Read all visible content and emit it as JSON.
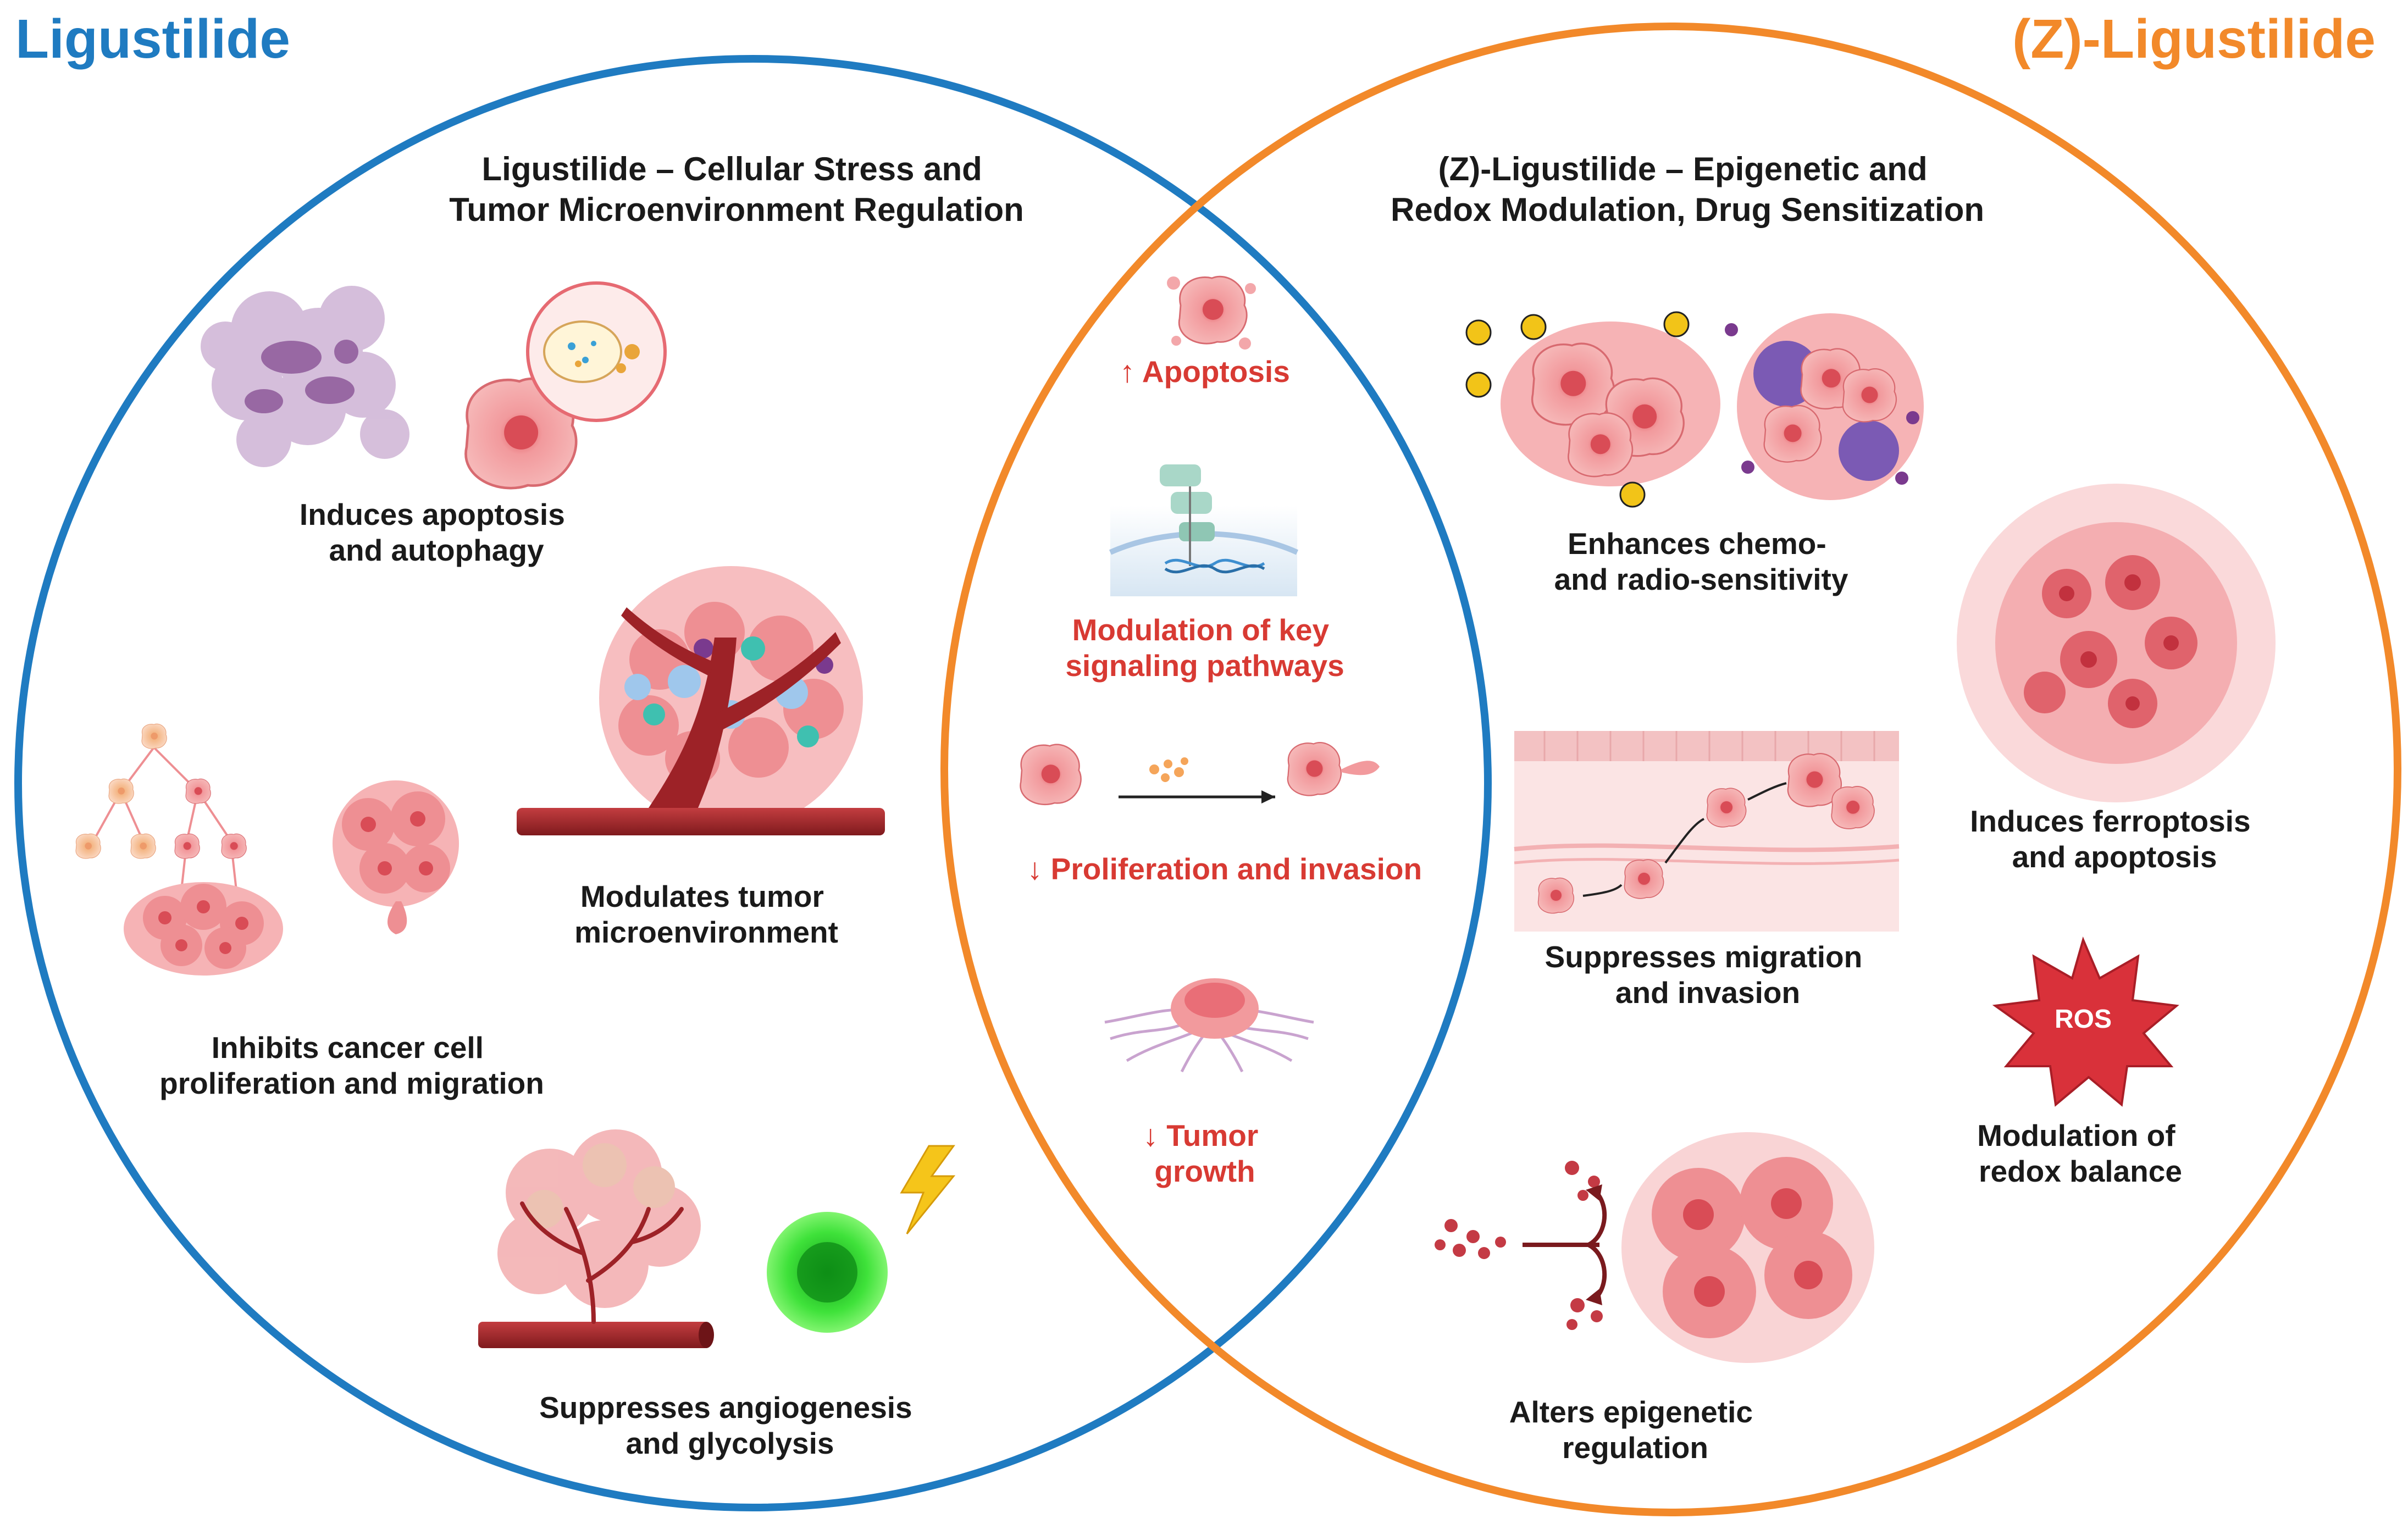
{
  "diagram": {
    "left_title": "Ligustilide",
    "right_title": "(Z)-Ligustilide",
    "colors": {
      "left_circle": "#1f7bc1",
      "right_circle": "#f2892a",
      "highlight_text": "#d83a33",
      "body_text": "#1a1a1a",
      "cell_pink": "#ee8f93",
      "vessel_red": "#a8262a",
      "glow_green": "#3fe23a",
      "ros_red": "#d9313a"
    },
    "left": {
      "subtitle": [
        "Ligustilide – Cellular Stress and",
        "Tumor Microenvironment Regulation"
      ],
      "items": [
        {
          "label": [
            "Induces apoptosis",
            "and autophagy"
          ],
          "icon": "apoptosis-autophagy-icon"
        },
        {
          "label": [
            "Modulates tumor",
            "microenvironment"
          ],
          "icon": "tumor-microenvironment-icon"
        },
        {
          "label": [
            "Inhibits cancer cell",
            "proliferation and migration"
          ],
          "icon": "cell-proliferation-icon"
        },
        {
          "label": [
            "Suppresses angiogenesis",
            "and glycolysis"
          ],
          "icon": "angiogenesis-glycolysis-icon"
        }
      ]
    },
    "shared": {
      "items": [
        {
          "label": [
            "↑ Apoptosis"
          ],
          "icon": "apoptotic-cell-icon"
        },
        {
          "label": [
            "Modulation of key",
            "signaling pathways"
          ],
          "icon": "signaling-pathway-icon"
        },
        {
          "label": [
            "↓ Proliferation and invasion"
          ],
          "icon": "cell-invasion-icon"
        },
        {
          "label": [
            "↓ Tumor",
            "growth"
          ],
          "icon": "tumor-growth-icon"
        }
      ]
    },
    "right": {
      "subtitle": [
        "(Z)-Ligustilide – Epigenetic and",
        "Redox Modulation, Drug Sensitization"
      ],
      "items": [
        {
          "label": [
            "Enhances chemo-",
            "and radio-sensitivity"
          ],
          "icon": "chemo-radio-sensitivity-icon"
        },
        {
          "label": [
            "Induces ferroptosis",
            "and apoptosis"
          ],
          "icon": "ferroptosis-icon"
        },
        {
          "label": [
            "Suppresses migration",
            "and invasion"
          ],
          "icon": "migration-invasion-icon"
        },
        {
          "label": [
            "Modulation of",
            "redox balance"
          ],
          "icon": "ros-burst-icon",
          "badge": "ROS"
        },
        {
          "label": [
            "Alters epigenetic",
            "regulation"
          ],
          "icon": "epigenetic-regulation-icon"
        }
      ]
    }
  }
}
